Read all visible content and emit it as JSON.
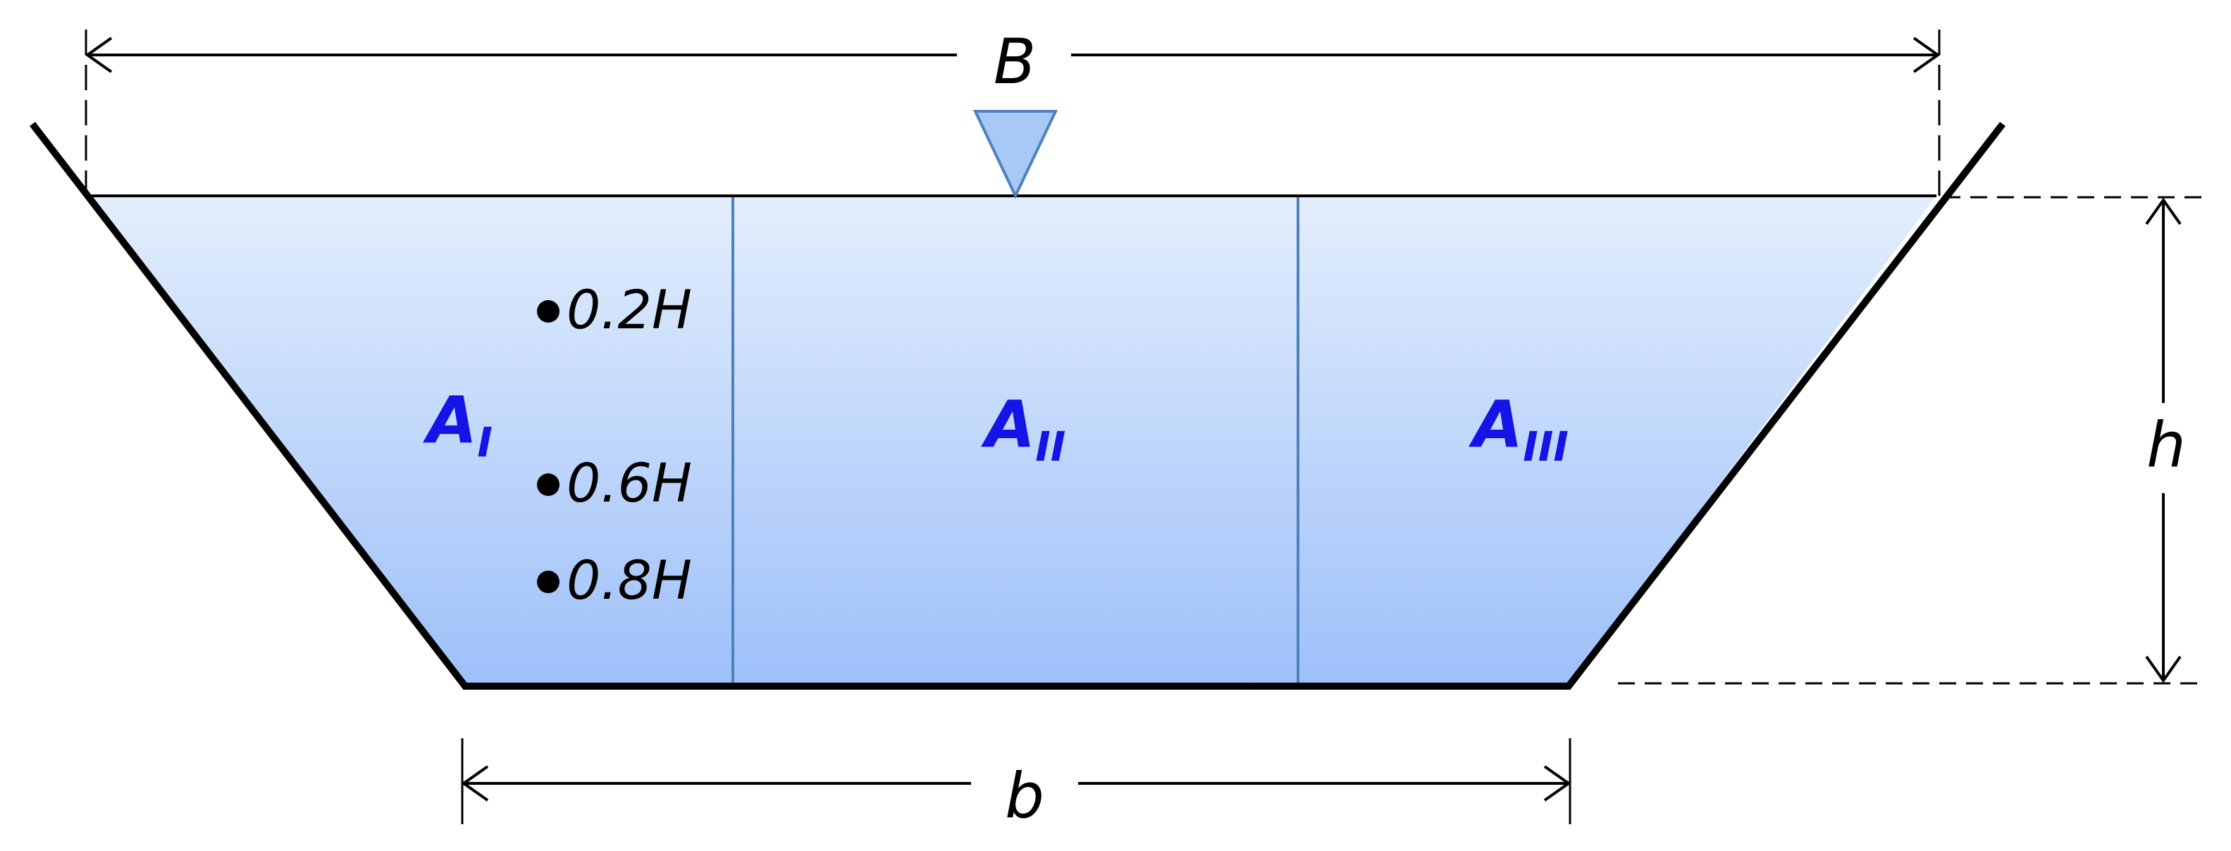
{
  "colors": {
    "water_top": "#e3eefc",
    "water_bottom": "#9ec0fa",
    "area_label": "#1414e6",
    "divider": "#4f81bd",
    "outline": "#000000",
    "water_marker_fill": "#a8c8f5",
    "water_marker_stroke": "#4f81bd"
  },
  "icons": {
    "water_surface_marker": "inverted-triangle"
  },
  "dimensions": {
    "top_width": "B",
    "bottom_width": "b",
    "depth": "h"
  },
  "areas": [
    {
      "main": "A",
      "sub": "I"
    },
    {
      "main": "A",
      "sub": "II"
    },
    {
      "main": "A",
      "sub": "III"
    }
  ],
  "measurement_points": [
    {
      "label": "0.2H"
    },
    {
      "label": "0.6H"
    },
    {
      "label": "0.8H"
    }
  ]
}
